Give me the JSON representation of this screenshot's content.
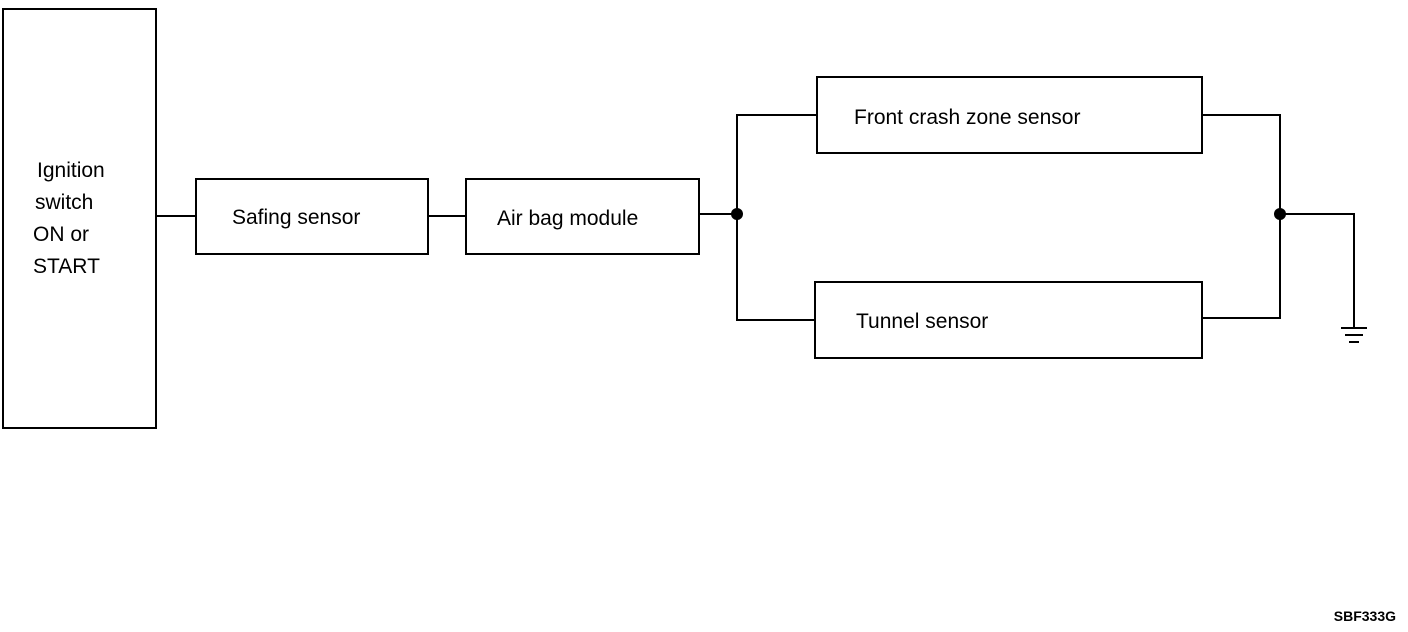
{
  "diagram": {
    "ignition_switch": {
      "lines": [
        "Ignition",
        "switch",
        "ON or",
        "START"
      ]
    },
    "safing_sensor": "Safing sensor",
    "air_bag_module": "Air bag module",
    "front_crash_zone_sensor": "Front crash zone sensor",
    "tunnel_sensor": "Tunnel sensor",
    "figure_code": "SBF333G"
  },
  "colors": {
    "line": "#000000",
    "background": "#ffffff"
  },
  "icons": [
    "ground-icon",
    "junction-node"
  ]
}
